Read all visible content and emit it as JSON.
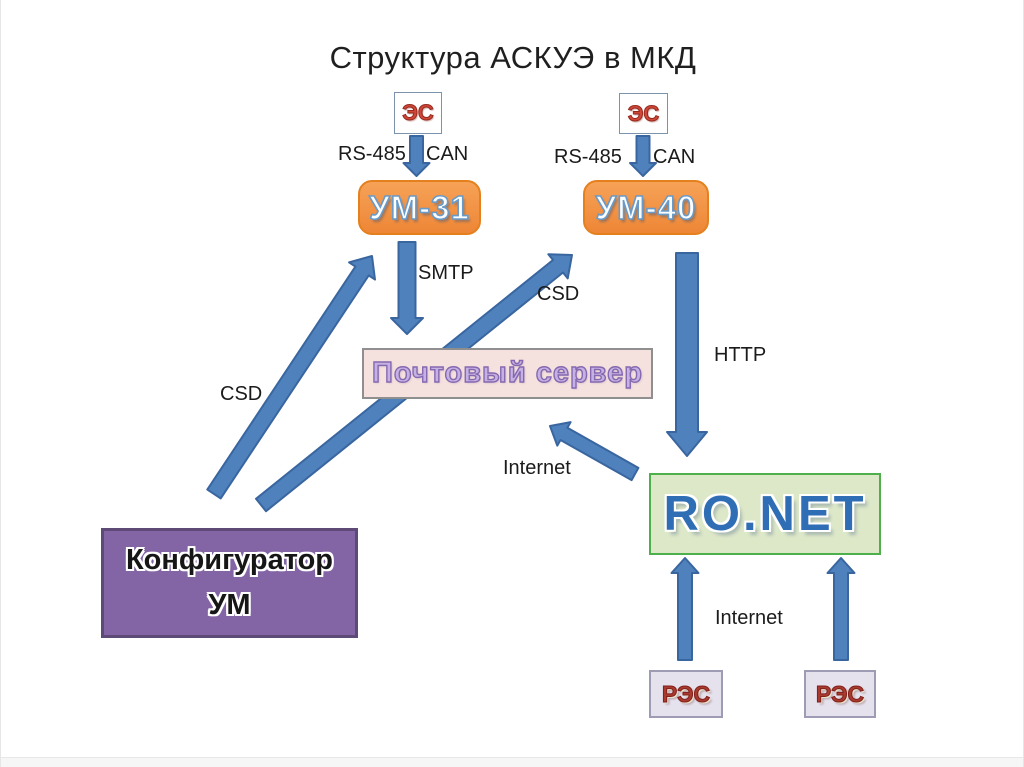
{
  "title": "Структура АСКУЭ в МКД",
  "nodes": {
    "es_left": {
      "label": "ЭС"
    },
    "es_right": {
      "label": "ЭС"
    },
    "um31": {
      "label": "УМ-31"
    },
    "um40": {
      "label": "УМ-40"
    },
    "mail_server": {
      "label": "Почтовый сервер"
    },
    "ronet": {
      "label": "RO.NET"
    },
    "configurator": {
      "label": "Конфигуратор\nУМ"
    },
    "res_left": {
      "label": "РЭС"
    },
    "res_right": {
      "label": "РЭС"
    }
  },
  "edge_labels": {
    "rs485_left": "RS-485",
    "can_left": "CAN",
    "rs485_right": "RS-485",
    "can_right": "CAN",
    "smtp": "SMTP",
    "csd_right": "CSD",
    "http": "HTTP",
    "internet_upper": "Internet",
    "csd_left": "CSD",
    "internet_lower": "Internet"
  },
  "edges": [
    {
      "from": "es_left",
      "to": "um31",
      "labels": [
        "RS-485",
        "CAN"
      ]
    },
    {
      "from": "es_right",
      "to": "um40",
      "labels": [
        "RS-485",
        "CAN"
      ]
    },
    {
      "from": "um31",
      "to": "mail_server",
      "labels": [
        "SMTP"
      ]
    },
    {
      "from": "um40",
      "to": "ronet",
      "labels": [
        "HTTP"
      ]
    },
    {
      "from": "configurator",
      "to": "um31",
      "labels": [
        "CSD"
      ]
    },
    {
      "from": "configurator",
      "to": "um40",
      "labels": [
        "CSD"
      ]
    },
    {
      "from": "ronet",
      "to": "mail_server",
      "labels": [
        "Internet"
      ]
    },
    {
      "from": "res_left",
      "to": "ronet",
      "labels": [
        "Internet"
      ]
    },
    {
      "from": "res_right",
      "to": "ronet",
      "labels": [
        "Internet"
      ]
    }
  ],
  "colors": {
    "arrow_fill": "#4F81BD",
    "arrow_border": "#3A66A0",
    "um_box": "#F08A3C",
    "um_border": "#E5801F",
    "mail_box": "#F5E2DE",
    "mail_border": "#8F8F8F",
    "mail_text": "#8A6FB3",
    "ronet_box": "#DDE8C9",
    "ronet_border": "#4EB04A",
    "ronet_text": "#2F6DB5",
    "config_box": "#8365A5",
    "config_border": "#5D4A76",
    "es_text": "#C0392B",
    "res_box": "#E5E2EE",
    "res_text": "#A93A30",
    "title_text": "#1F1F1F"
  }
}
